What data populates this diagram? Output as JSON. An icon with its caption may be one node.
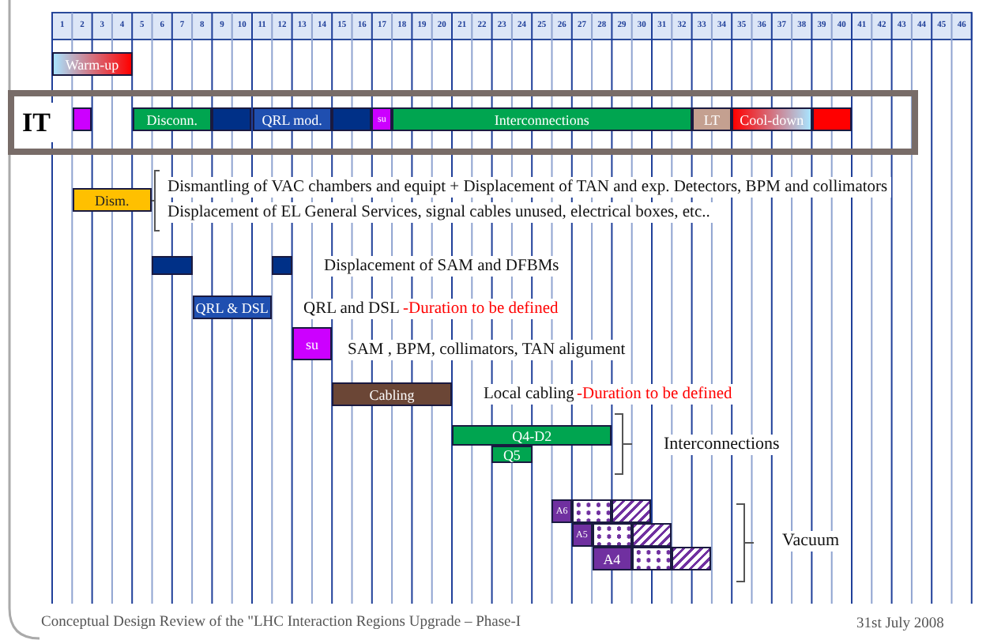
{
  "diagram": {
    "caption": "Conceptual Design Review of the \"LHC Interaction Regions Upgrade – Phase-I",
    "nodes": [
      {
        "text": [
          "Warm-up"
        ]
      },
      {
        "text": [
          "IT"
        ]
      },
      {
        "text": [],
        "shape": "bar",
        "in": 1
      },
      {
        "text": [
          "Disconn."
        ],
        "in": 1
      },
      {
        "text": [],
        "shape": "bar",
        "in": 1
      },
      {
        "text": [
          "QRL mod."
        ],
        "in": 1
      },
      {
        "text": [],
        "shape": "bar",
        "in": 1
      },
      {
        "text": [
          "su"
        ],
        "in": 1
      },
      {
        "text": [
          "Interconnections"
        ],
        "in": 1
      },
      {
        "text": [
          "LT"
        ],
        "in": 1
      },
      {
        "text": [
          "Cool-down"
        ],
        "in": 1
      },
      {
        "text": [],
        "shape": "bar",
        "in": 1
      },
      {
        "text": [
          "Dism."
        ],
        "beside": [
          "Dismantling of VAC chambers and equipt + Displacement of TAN and exp. Detectors, BPM and collimators",
          "Displacement of  EL General Services, signal cables unused, electrical boxes, etc.."
        ]
      },
      {
        "text": [],
        "shape": "bar"
      },
      {
        "text": [],
        "shape": "bar",
        "beside": [
          "Displacement of  SAM and DFBMs"
        ]
      },
      {
        "text": [
          "QRL & DSL"
        ],
        "beside": [
          "QRL and DSL ",
          "-Duration to be defined"
        ]
      },
      {
        "text": [
          "su"
        ],
        "beside": [
          "SAM , BPM, collimators, TAN aligument"
        ]
      },
      {
        "text": [
          "Cabling"
        ],
        "beside": [
          "Local cabling  ",
          "-Duration to be defined"
        ]
      },
      {
        "text": [
          "Q4-D2"
        ]
      },
      {
        "text": [
          "Q5"
        ]
      },
      {
        "text": [
          "A6"
        ]
      },
      {
        "text": [],
        "shape": "bar"
      },
      {
        "text": [],
        "shape": "bar"
      },
      {
        "text": [
          "A5"
        ]
      },
      {
        "text": [],
        "shape": "bar"
      },
      {
        "text": [],
        "shape": "bar"
      },
      {
        "text": [
          "A4"
        ]
      },
      {
        "text": [],
        "shape": "bar"
      },
      {
        "text": [],
        "shape": "bar"
      }
    ],
    "labels": [
      "1",
      "2",
      "3",
      "4",
      "5",
      "6",
      "7",
      "8",
      "9",
      "10",
      "11",
      "12",
      "13",
      "14",
      "15",
      "16",
      "17",
      "18",
      "19",
      "20",
      "21",
      "22",
      "23",
      "24",
      "25",
      "26",
      "27",
      "28",
      "29",
      "30",
      "31",
      "32",
      "33",
      "34",
      "35",
      "36",
      "37",
      "38",
      "39",
      "40",
      "41",
      "42",
      "43",
      "44",
      "45",
      "46",
      "Interconnections",
      "Vacuum",
      "31st July 2008"
    ]
  }
}
